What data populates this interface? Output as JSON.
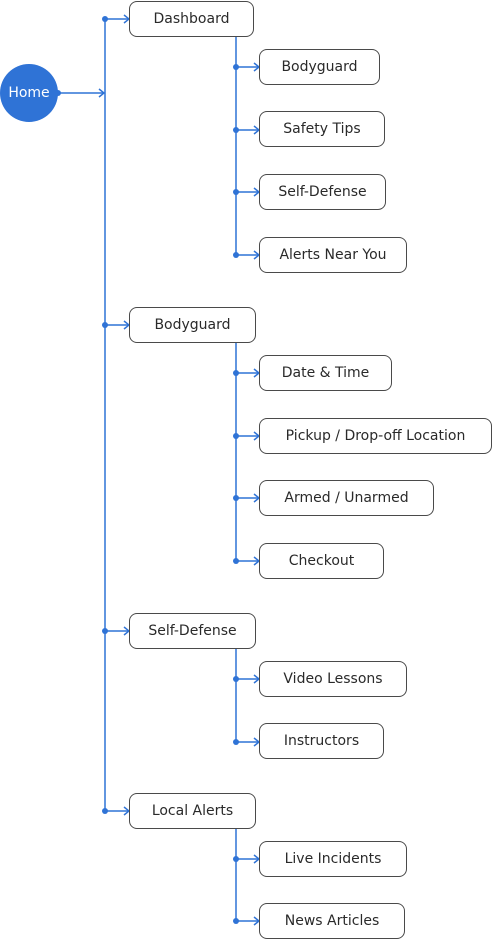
{
  "colors": {
    "line": "#2f73d6",
    "root_fill": "#2f73d6",
    "node_border": "#4a4a4a",
    "text": "#2a2a2a"
  },
  "root": {
    "label": "Home"
  },
  "sections": [
    {
      "label": "Dashboard",
      "children": [
        "Bodyguard",
        "Safety Tips",
        "Self-Defense",
        "Alerts Near You"
      ]
    },
    {
      "label": "Bodyguard",
      "children": [
        "Date & Time",
        "Pickup / Drop-off Location",
        "Armed / Unarmed",
        "Checkout"
      ]
    },
    {
      "label": "Self-Defense",
      "children": [
        "Video Lessons",
        "Instructors"
      ]
    },
    {
      "label": "Local Alerts",
      "children": [
        "Live Incidents",
        "News Articles"
      ]
    }
  ]
}
